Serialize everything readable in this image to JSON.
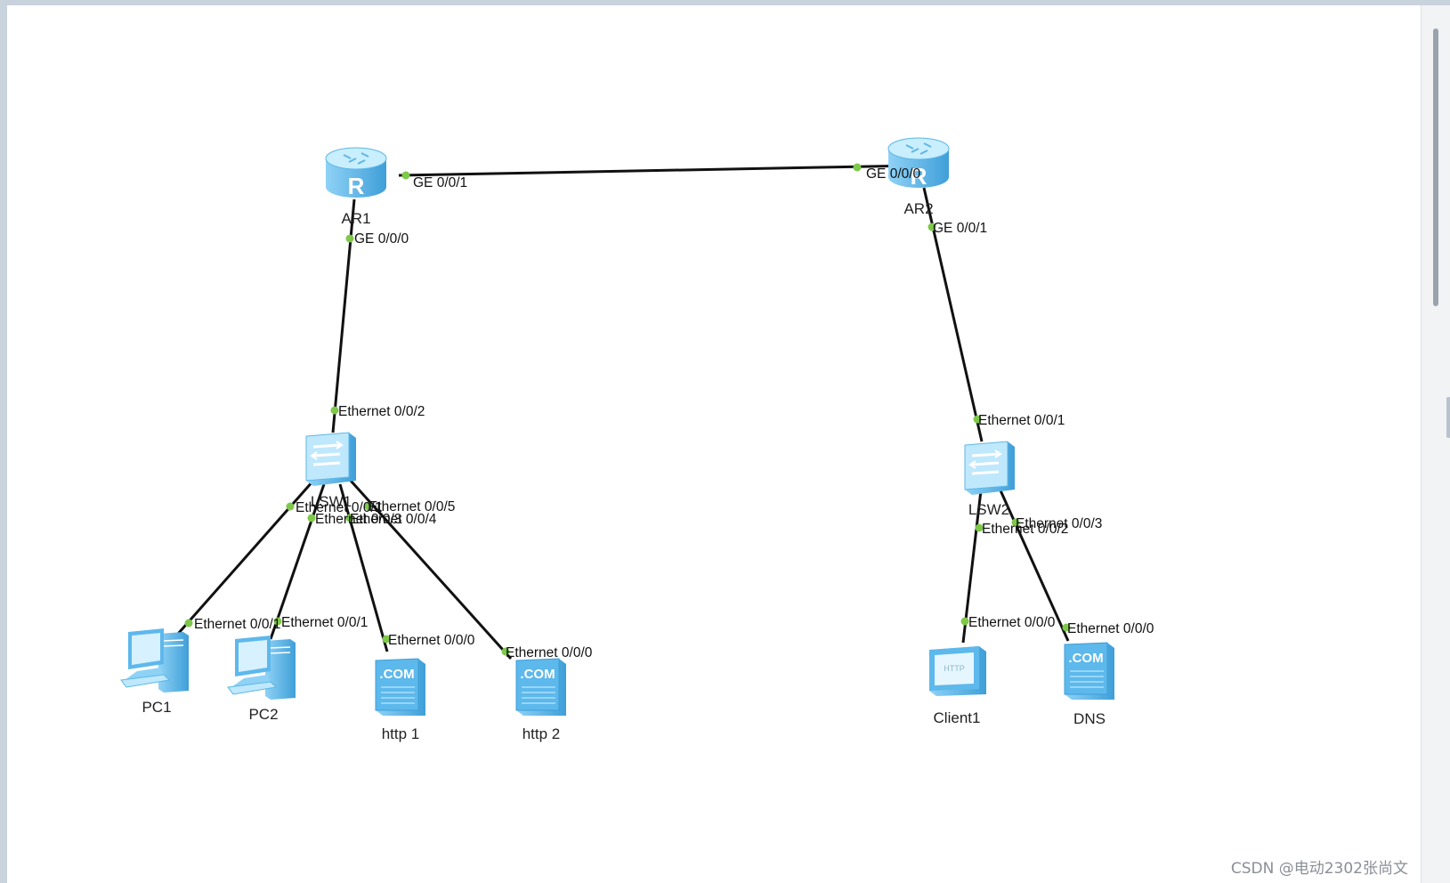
{
  "devices": {
    "ar1": {
      "label": "AR1"
    },
    "ar2": {
      "label": "AR2"
    },
    "lsw1": {
      "label": "LSW1"
    },
    "lsw2": {
      "label": "LSW2"
    },
    "pc1": {
      "label": "PC1"
    },
    "pc2": {
      "label": "PC2"
    },
    "http1": {
      "label": "http 1"
    },
    "http2": {
      "label": "http 2"
    },
    "client1": {
      "label": "Client1"
    },
    "dns": {
      "label": "DNS"
    }
  },
  "ports": {
    "ar1_ge001": "GE 0/0/1",
    "ar1_ge000": "GE 0/0/0",
    "ar2_ge000": "GE 0/0/0",
    "ar2_ge001": "GE 0/0/1",
    "lsw1_e002": "Ethernet 0/0/2",
    "lsw1_e001": "Ethernet 0/0/1",
    "lsw1_e005": "Ethernet 0/0/5",
    "lsw1_e003": "Ethernet 0/0/3",
    "lsw1_e004": "Ethernet 0/0/4",
    "pc1_e001": "Ethernet 0/0/1",
    "pc2_e001": "Ethernet 0/0/1",
    "http1_e000": "Ethernet 0/0/0",
    "http2_e000": "Ethernet 0/0/0",
    "lsw2_e001": "Ethernet 0/0/1",
    "lsw2_e003": "Ethernet 0/0/3",
    "lsw2_e002": "Ethernet 0/0/2",
    "client1_e000": "Ethernet 0/0/0",
    "dns_e000": "Ethernet 0/0/0"
  },
  "icons": {
    "router_glyph": "R",
    "server_glyph": ".COM",
    "client_glyph": "HTTP"
  },
  "watermark": "CSDN @电动2302张尚文",
  "colors": {
    "device_blue": "#6cc3ee",
    "port_green": "#7ec84a",
    "link": "#111111"
  }
}
